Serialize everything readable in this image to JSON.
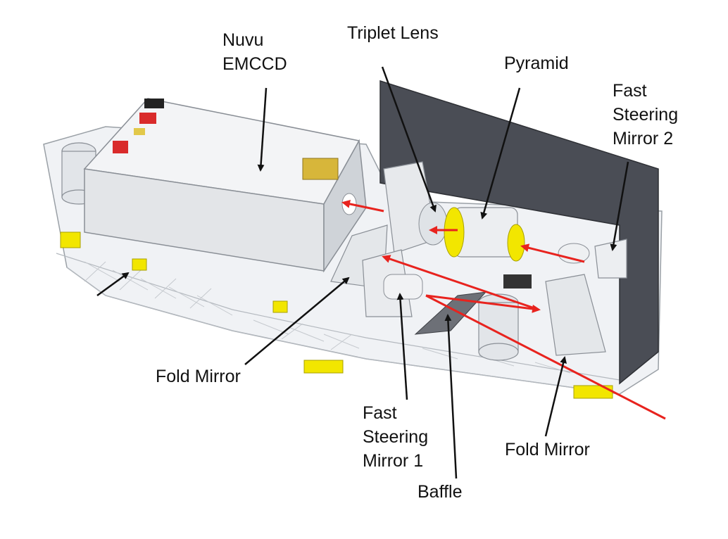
{
  "labels": {
    "nuvu_emccd": [
      "Nuvu",
      "EMCCD"
    ],
    "triplet_lens": [
      "Triplet Lens"
    ],
    "pyramid": [
      "Pyramid"
    ],
    "fast_steering_mirror_2": [
      "Fast",
      "Steering",
      "Mirror 2"
    ],
    "fold_mirror_left": [
      "Fold Mirror"
    ],
    "fast_steering_mirror_1": [
      "Fast",
      "Steering",
      "Mirror 1"
    ],
    "fold_mirror_right": [
      "Fold Mirror"
    ],
    "baffle": [
      "Baffle"
    ]
  },
  "colors": {
    "beam": "#e8231e",
    "highlight_parts": "#f2e600",
    "light_shield": "#4a4d55",
    "structure": "#d9dde3",
    "outline": "#8a8f96",
    "callout_arrow": "#111111"
  }
}
